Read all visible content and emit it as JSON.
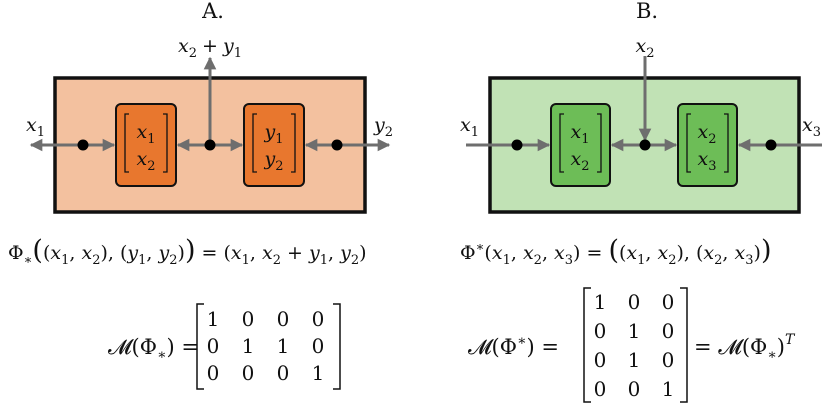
{
  "panelA": {
    "label": "A.",
    "top_output": {
      "a": "x",
      "a_sub": "2",
      "op": "+",
      "b": "y",
      "b_sub": "1"
    },
    "left_output": {
      "v": "x",
      "sub": "1"
    },
    "right_output": {
      "v": "y",
      "sub": "2"
    },
    "box1": {
      "r1": "x",
      "r1_sub": "1",
      "r2": "x",
      "r2_sub": "2"
    },
    "box2": {
      "r1": "y",
      "r1_sub": "1",
      "r2": "y",
      "r2_sub": "2"
    },
    "equation": "Φ∗((x1, x2), (y1, y2)) = (x1, x2 + y1, y2)",
    "matrix_lhs": "𝓜(Φ∗) =",
    "matrix_rows": [
      [
        "1",
        "0",
        "0",
        "0"
      ],
      [
        "0",
        "1",
        "1",
        "0"
      ],
      [
        "0",
        "0",
        "0",
        "1"
      ]
    ],
    "colors": {
      "fill": "#f3c19f",
      "box_fill": "#e8772e",
      "stroke": "#111111",
      "arrow": "#6e6e6e"
    }
  },
  "panelB": {
    "label": "B.",
    "top_input": {
      "v": "x",
      "sub": "2"
    },
    "left_input": {
      "v": "x",
      "sub": "1"
    },
    "right_input": {
      "v": "x",
      "sub": "3"
    },
    "box1": {
      "r1": "x",
      "r1_sub": "1",
      "r2": "x",
      "r2_sub": "2"
    },
    "box2": {
      "r1": "x",
      "r1_sub": "2",
      "r2": "x",
      "r2_sub": "3"
    },
    "equation": "Φ∗(x1, x2, x3) = ((x1, x2), (x2, x3))",
    "matrix_lhs": "𝓜(Φ∗) =",
    "matrix_rows": [
      [
        "1",
        "0",
        "0"
      ],
      [
        "0",
        "1",
        "0"
      ],
      [
        "0",
        "1",
        "0"
      ],
      [
        "0",
        "0",
        "1"
      ]
    ],
    "matrix_rhs": "= 𝓜(Φ∗)",
    "matrix_rhs_sup": "T",
    "colors": {
      "fill": "#c1e2b5",
      "box_fill": "#6dbd57",
      "stroke": "#111111",
      "arrow": "#6e6e6e"
    }
  }
}
